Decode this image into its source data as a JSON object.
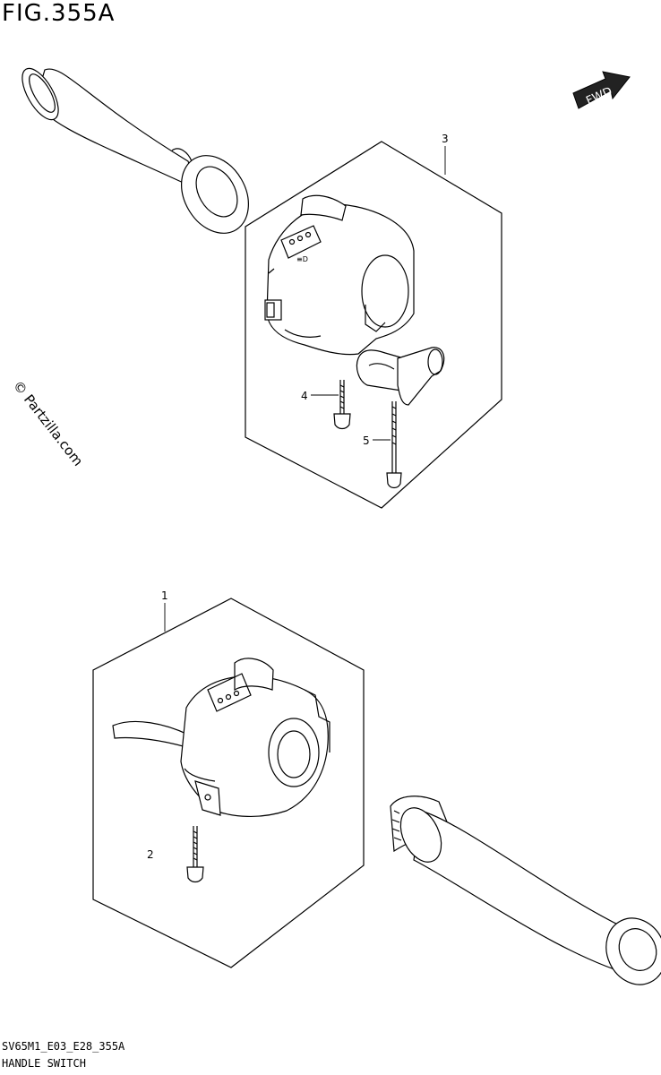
{
  "figure": {
    "title": "FIG.355A"
  },
  "footer": {
    "code": "SV65M1_E03_E28_355A",
    "caption": "HANDLE SWITCH"
  },
  "watermark": "© Partzilla.com",
  "fwd_badge": "FWD",
  "callouts": [
    {
      "ref": "1",
      "text": "1"
    },
    {
      "ref": "2",
      "text": "2"
    },
    {
      "ref": "3",
      "text": "3"
    },
    {
      "ref": "4",
      "text": "4"
    },
    {
      "ref": "5",
      "text": "5"
    }
  ],
  "icons": [
    "fwd-arrow-icon"
  ]
}
